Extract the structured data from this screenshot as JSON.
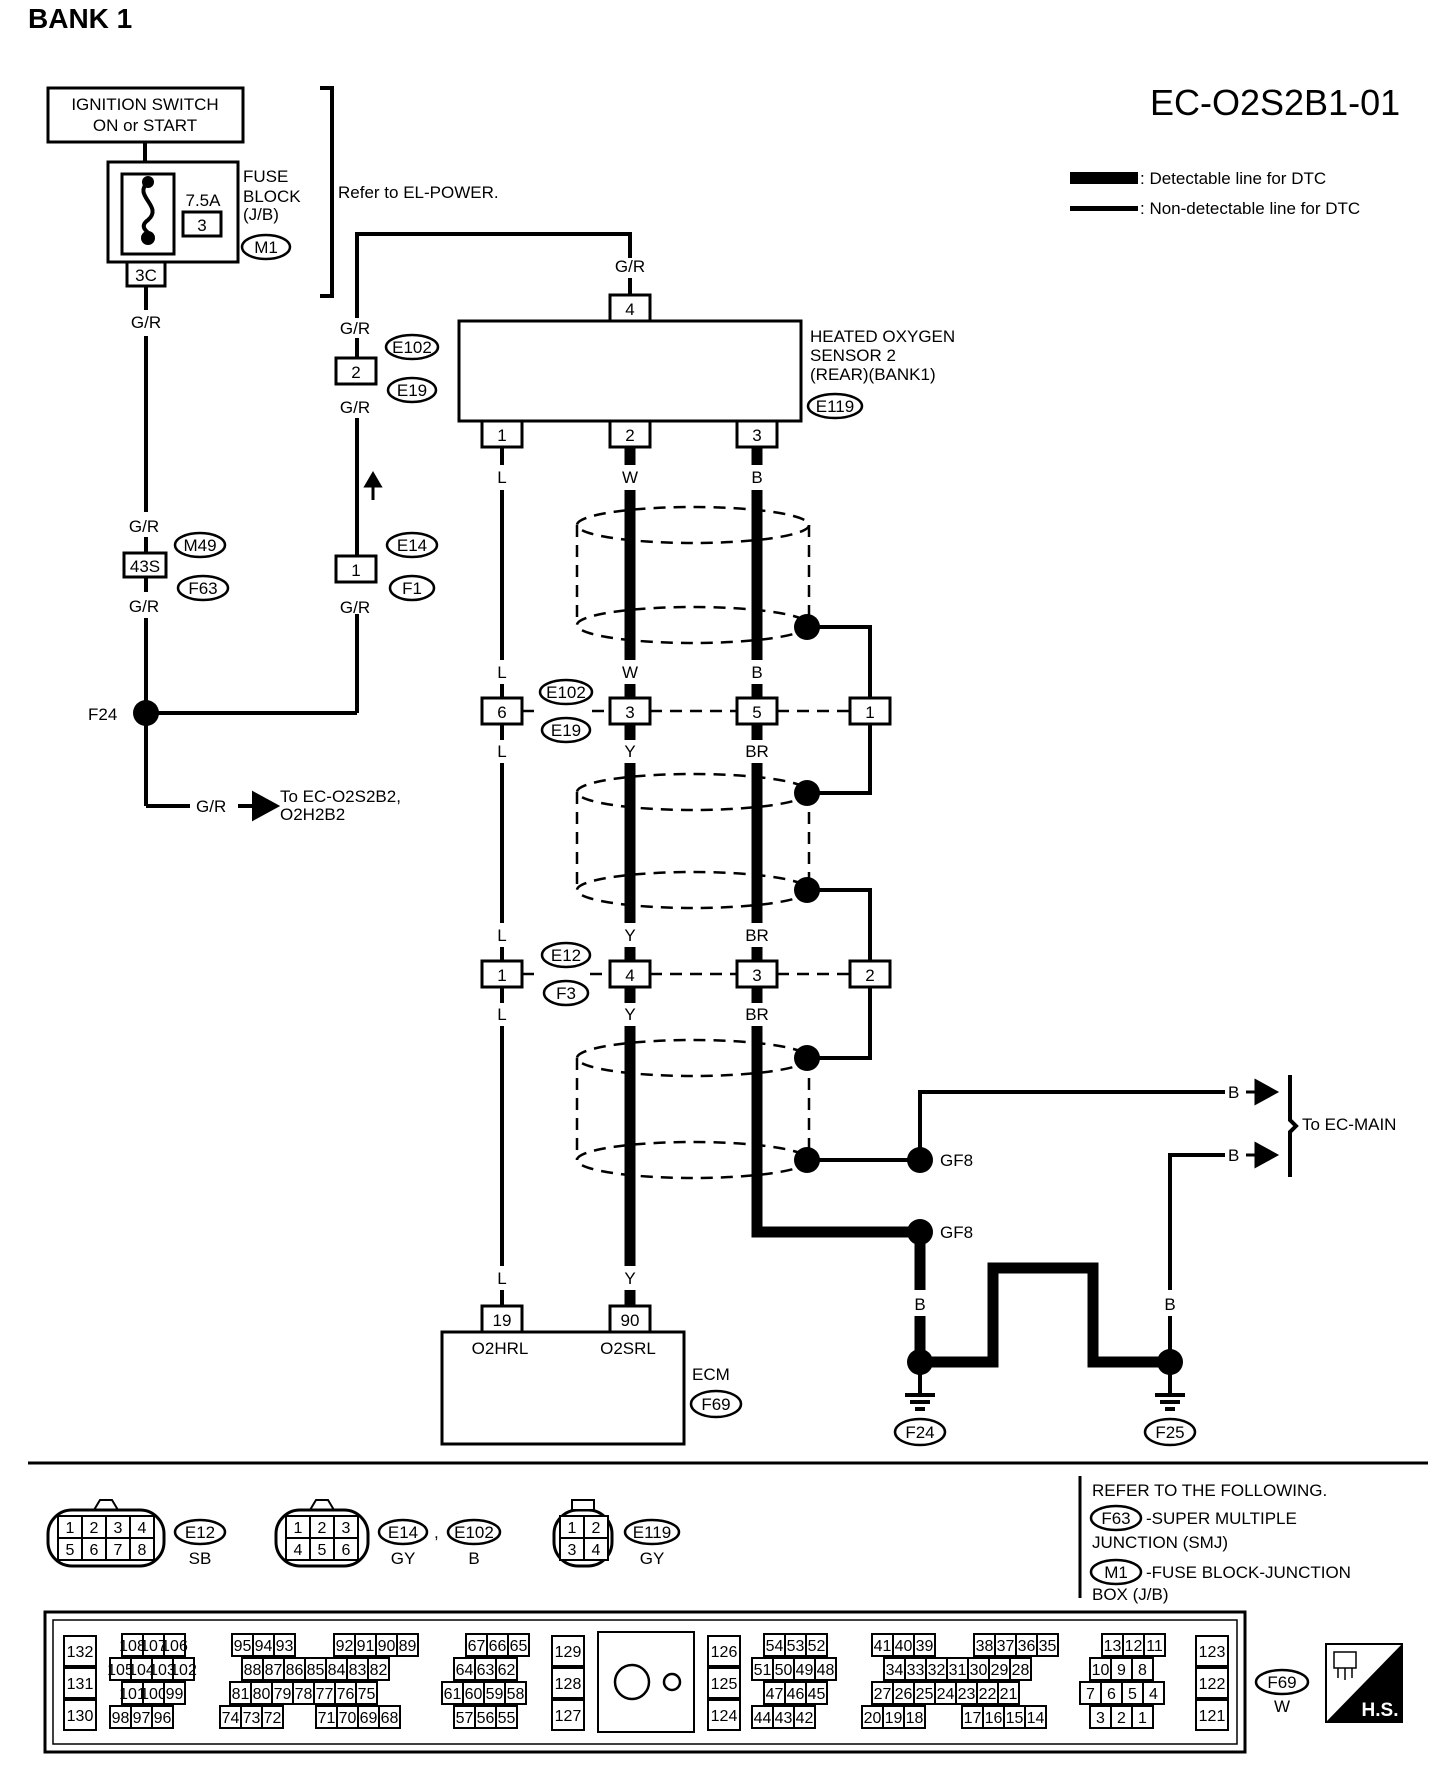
{
  "header": {
    "title": "BANK 1",
    "code": "EC-O2S2B1-01"
  },
  "legend": {
    "detectable": ": Detectable line for DTC",
    "non_detectable": ": Non-detectable line for DTC"
  },
  "ignition": {
    "line1": "IGNITION SWITCH",
    "line2": "ON or START"
  },
  "fuse": {
    "label1": "FUSE",
    "label2": "BLOCK",
    "label3": "(J/B)",
    "amp": "7.5A",
    "num": "3",
    "conn": "M1",
    "pin": "3C"
  },
  "refer_power": "Refer to EL-POWER.",
  "sensor": {
    "line1": "HEATED OXYGEN",
    "line2": "SENSOR 2",
    "line3": "(REAR)(BANK1)",
    "conn": "E119"
  },
  "wire_colors": {
    "gr": "G/R",
    "l": "L",
    "w": "W",
    "b": "B",
    "y": "Y",
    "br": "BR"
  },
  "pins": {
    "p1": "1",
    "p2": "2",
    "p3": "3",
    "p4": "4",
    "p5": "5",
    "p6": "6",
    "p19": "19",
    "p90": "90",
    "p43s": "43S"
  },
  "connectors": {
    "e102": "E102",
    "e19": "E19",
    "e14": "E14",
    "f1": "F1",
    "m49": "M49",
    "f63": "F63",
    "e12": "E12",
    "f3": "F3",
    "f69": "F69",
    "f24": "F24",
    "f25": "F25",
    "gf8": "GF8"
  },
  "f24_junction": "F24",
  "to_ec_o2s2b2": {
    "line1": "To EC-O2S2B2,",
    "line2": "O2H2B2"
  },
  "ecm": {
    "label": "ECM",
    "pin19": "O2HRL",
    "pin90": "O2SRL"
  },
  "to_ec_main": "To EC-MAIN",
  "bottom_connectors": {
    "e12_color": "SB",
    "e14_color": "GY",
    "e102_color": "B",
    "e119_color": "GY",
    "f69_color": "W",
    "sep": ","
  },
  "refer_following": {
    "title": "REFER TO THE FOLLOWING.",
    "f63_desc": "-SUPER MULTIPLE",
    "f63_desc2": "JUNCTION (SMJ)",
    "m1_desc": "-FUSE BLOCK-JUNCTION",
    "m1_desc2": "BOX (J/B)"
  },
  "hs_label": "H.S.",
  "connector_pins": {
    "c8": [
      "1",
      "2",
      "3",
      "4",
      "5",
      "6",
      "7",
      "8"
    ],
    "c6": [
      "1",
      "2",
      "3",
      "4",
      "5",
      "6"
    ],
    "c4": [
      "1",
      "2",
      "3",
      "4"
    ]
  },
  "ecm_connector": {
    "col1": [
      "132",
      "131",
      "130"
    ],
    "col2_r1": [
      "108",
      "107",
      "106"
    ],
    "col2_r2": [
      "105",
      "104",
      "103",
      "102"
    ],
    "col2_r3": [
      "101",
      "100",
      "99"
    ],
    "col2_r4": [
      "98",
      "97",
      "96"
    ],
    "col3_r1a": [
      "95",
      "94",
      "93"
    ],
    "col3_r1b": [
      "92",
      "91",
      "90",
      "89"
    ],
    "col3_r2": [
      "88",
      "87",
      "86",
      "85",
      "84",
      "83",
      "82"
    ],
    "col3_r3": [
      "81",
      "80",
      "79",
      "78",
      "77",
      "76",
      "75"
    ],
    "col3_r4a": [
      "74",
      "73",
      "72"
    ],
    "col3_r4b": [
      "71",
      "70",
      "69",
      "68"
    ],
    "col4_r1": [
      "67",
      "66",
      "65"
    ],
    "col4_r2": [
      "64",
      "63",
      "62"
    ],
    "col4_r3": [
      "61",
      "60",
      "59",
      "58"
    ],
    "col4_r4": [
      "57",
      "56",
      "55"
    ],
    "col5": [
      "129",
      "128",
      "127"
    ],
    "col6": [
      "126",
      "125",
      "124"
    ],
    "col7_r1": [
      "54",
      "53",
      "52"
    ],
    "col7_r2": [
      "51",
      "50",
      "49",
      "48"
    ],
    "col7_r3": [
      "47",
      "46",
      "45"
    ],
    "col7_r4": [
      "44",
      "43",
      "42"
    ],
    "col8_r1a": [
      "41",
      "40",
      "39"
    ],
    "col8_r1b": [
      "38",
      "37",
      "36",
      "35"
    ],
    "col8_r2": [
      "34",
      "33",
      "32",
      "31",
      "30",
      "29",
      "28"
    ],
    "col8_r3": [
      "27",
      "26",
      "25",
      "24",
      "23",
      "22",
      "21"
    ],
    "col8_r4a": [
      "20",
      "19",
      "18"
    ],
    "col8_r4b": [
      "17",
      "16",
      "15",
      "14"
    ],
    "col9_r1": [
      "13",
      "12",
      "11"
    ],
    "col9_r2": [
      "10",
      "9",
      "8"
    ],
    "col9_r3": [
      "7",
      "6",
      "5",
      "4"
    ],
    "col9_r4": [
      "3",
      "2",
      "1"
    ],
    "col10": [
      "123",
      "122",
      "121"
    ]
  }
}
